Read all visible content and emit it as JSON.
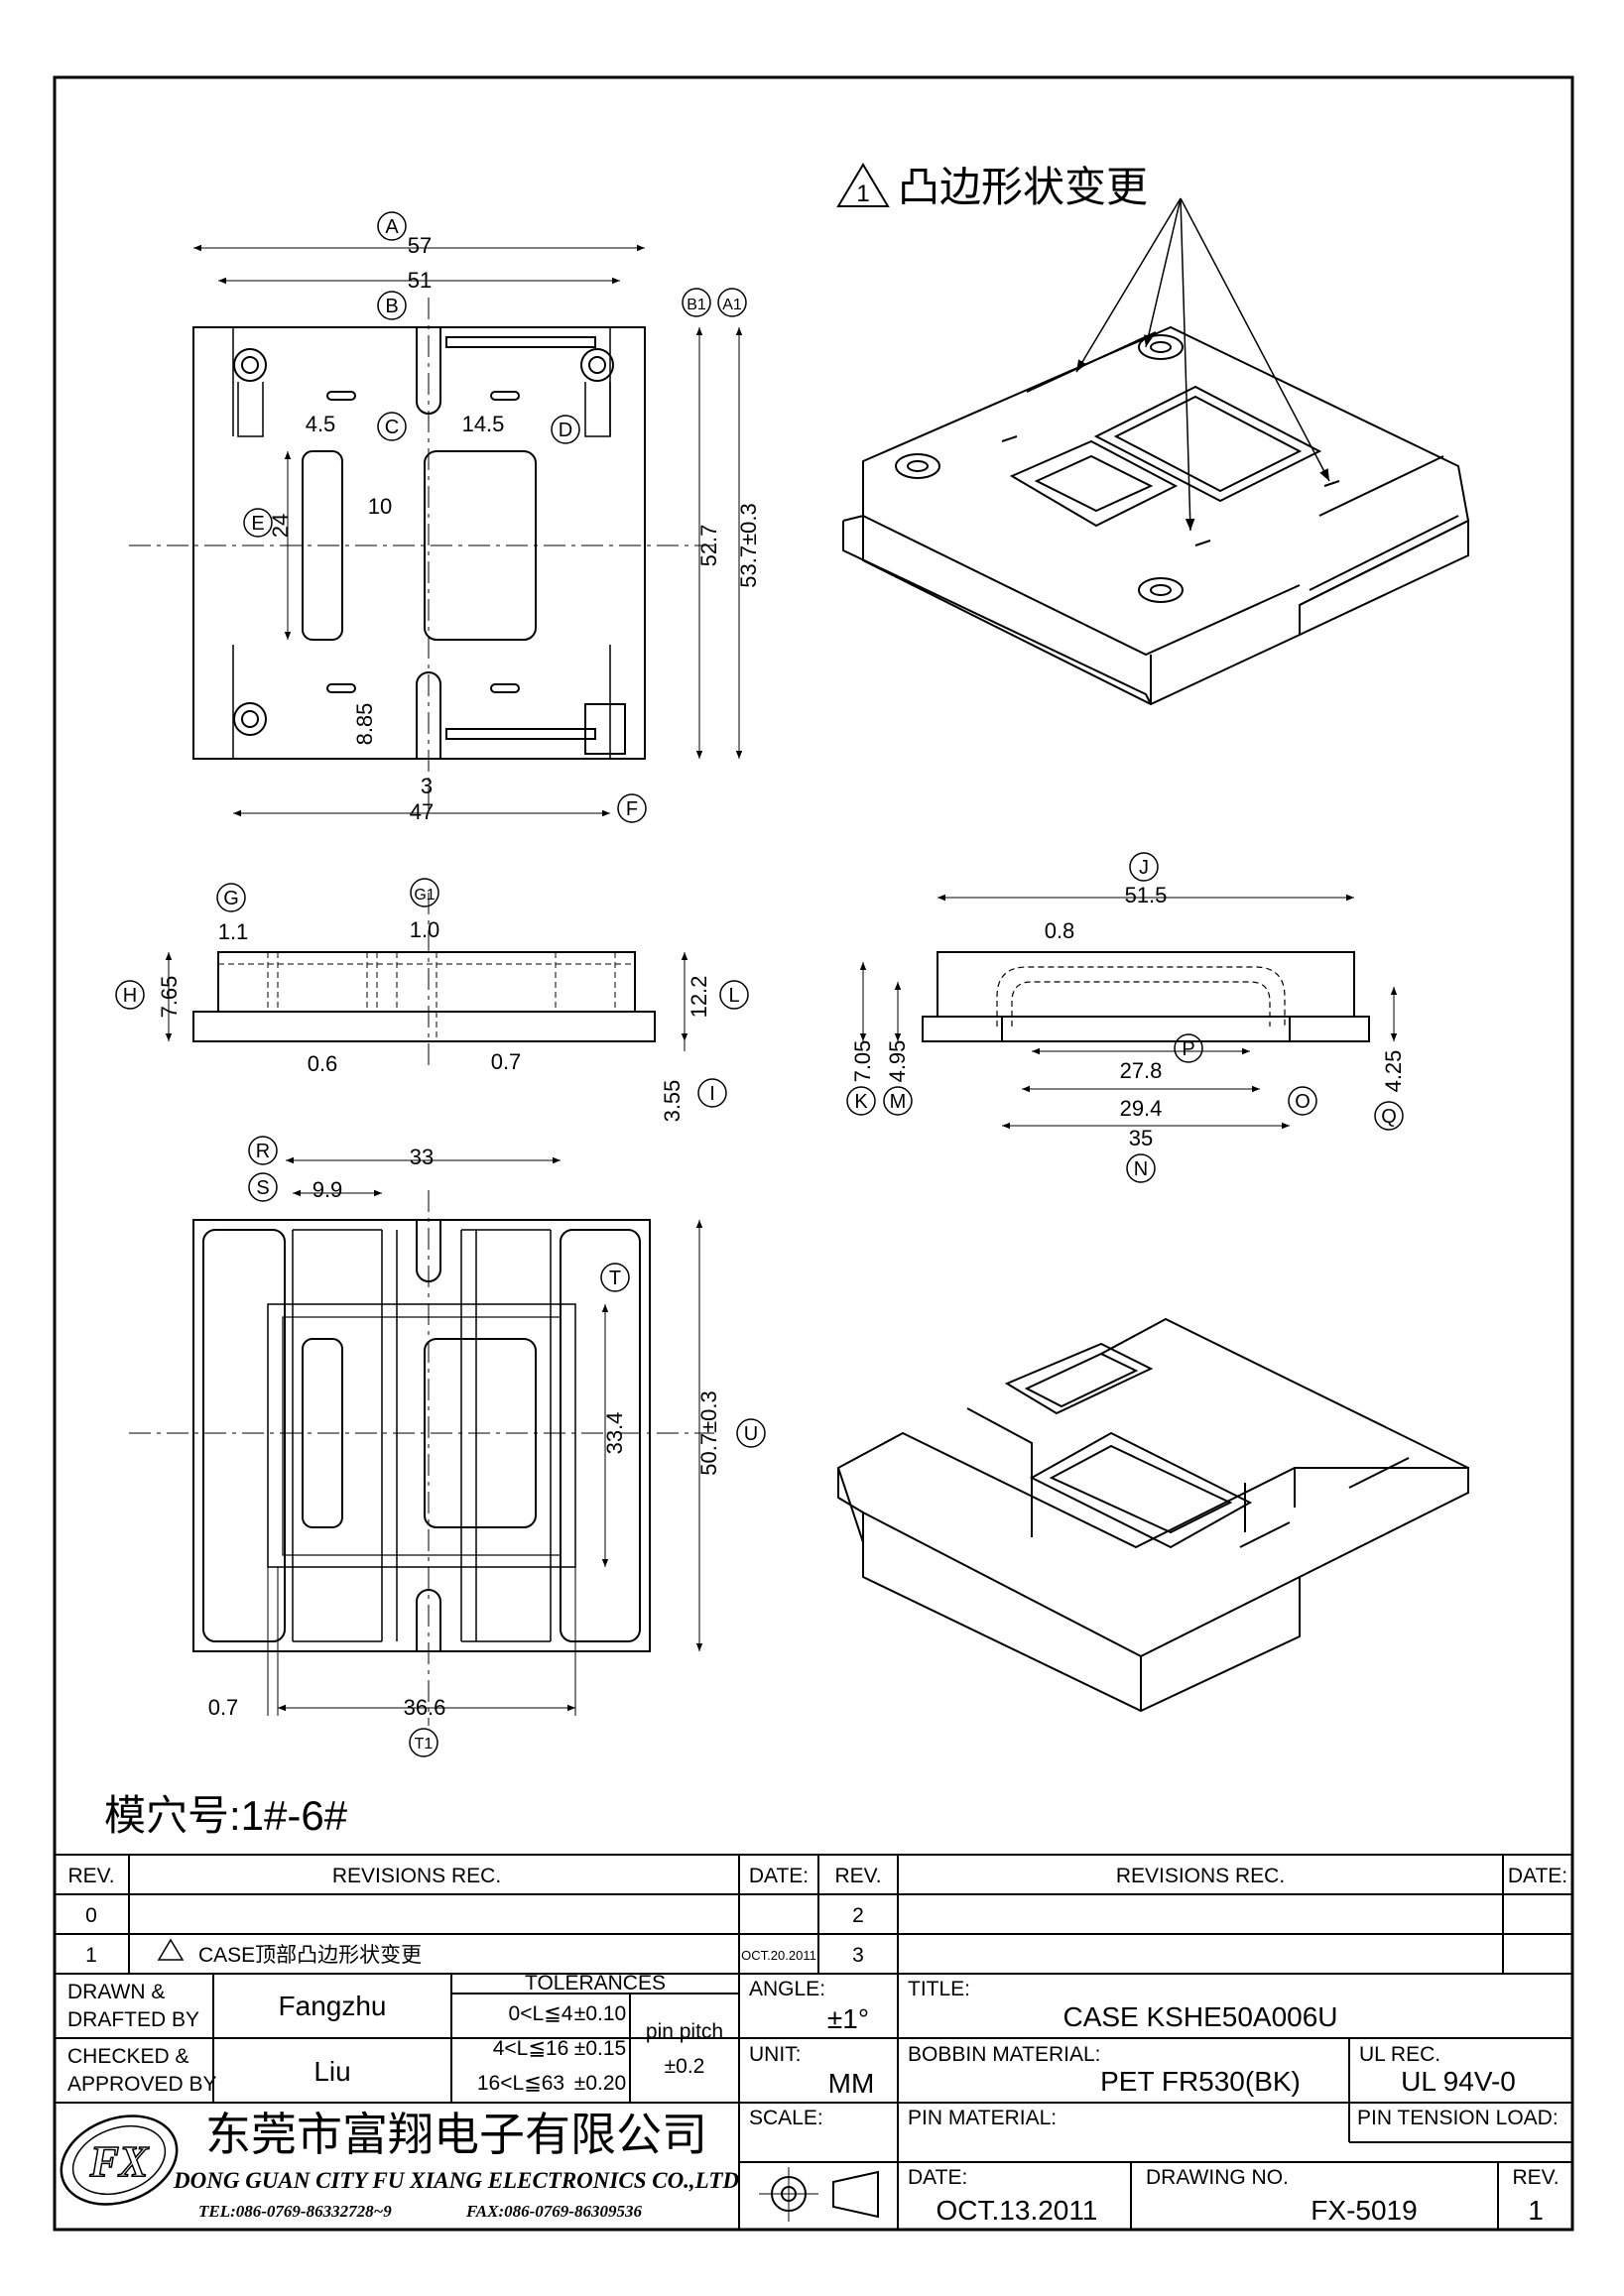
{
  "revision_note": "凸边形状变更",
  "revision_marker": "1",
  "cavity_label": "模穴号:1#-6#",
  "top_view": {
    "dims": [
      "57",
      "51",
      "4.5",
      "14.5",
      "10",
      "24",
      "52.7",
      "53.7±0.3",
      "8.85",
      "3",
      "47"
    ],
    "bubbles": [
      "A",
      "B",
      "B1",
      "A1",
      "C",
      "D",
      "E",
      "F"
    ]
  },
  "side_view": {
    "dims": [
      "1.1",
      "1.0",
      "7.65",
      "12.2",
      "0.6",
      "0.7",
      "3.55"
    ],
    "bubbles": [
      "G",
      "G1",
      "H",
      "L",
      "I"
    ]
  },
  "end_view": {
    "dims": [
      "51.5",
      "0.8",
      "7.05",
      "4.95",
      "4.25",
      "27.8",
      "29.4",
      "35"
    ],
    "bubbles": [
      "J",
      "K",
      "M",
      "P",
      "O",
      "Q",
      "N"
    ]
  },
  "bottom_view": {
    "dims": [
      "33",
      "9.9",
      "33.4",
      "50.7±0.3",
      "0.7",
      "36.6"
    ],
    "bubbles": [
      "R",
      "S",
      "T",
      "U",
      "T1"
    ]
  },
  "title_block": {
    "rev_header": "REV.",
    "revisions_header": "REVISIONS   REC.",
    "date_header": "DATE:",
    "rev_rows": [
      {
        "rev": "0",
        "text": "",
        "date": ""
      },
      {
        "rev": "1",
        "text": "CASE顶部凸边形状变更",
        "date": "OCT.20.2011"
      }
    ],
    "rev_right": [
      "2",
      "3"
    ],
    "drawn_label": [
      "DRAWN  &",
      "DRAFTED  BY"
    ],
    "drawn_value": "Fangzhu",
    "checked_label": [
      "CHECKED  &",
      "APPROVED  BY"
    ],
    "checked_value": "Liu",
    "tolerances_header": "TOLERANCES",
    "tolerances": [
      {
        "range": "0<L≦4",
        "tol": "±0.10"
      },
      {
        "range": "4<L≦16",
        "tol": "±0.15"
      },
      {
        "range": "16<L≦63",
        "tol": "±0.20"
      }
    ],
    "pin_pitch_label": "pin  pitch",
    "pin_pitch_value": "±0.2",
    "angle_label": "ANGLE:",
    "angle_value": "±1°",
    "unit_label": "UNIT:",
    "unit_value": "MM",
    "scale_label": "SCALE:",
    "title_label": "TITLE:",
    "title_value": "CASE  KSHE50A006U",
    "bobbin_label": "BOBBIN  MATERIAL:",
    "bobbin_value": "PET  FR530(BK)",
    "ul_label": "UL  REC.",
    "ul_value": "UL  94V-0",
    "pin_material_label": "PIN  MATERIAL:",
    "pin_tension_label": "PIN  TENSION  LOAD:",
    "date_label": "DATE:",
    "date_value": "OCT.13.2011",
    "drawing_no_label": "DRAWING  NO.",
    "drawing_no_value": "FX-5019",
    "rev_label": "REV.",
    "rev_value": "1",
    "company_cn": "东莞市富翔电子有限公司",
    "company_en": "DONG  GUAN  CITY  FU  XIANG  ELECTRONICS  CO.,LTD",
    "tel": "TEL:086-0769-86332728~9",
    "fax": "FAX:086-0769-86309536",
    "logo_text": "FX"
  }
}
